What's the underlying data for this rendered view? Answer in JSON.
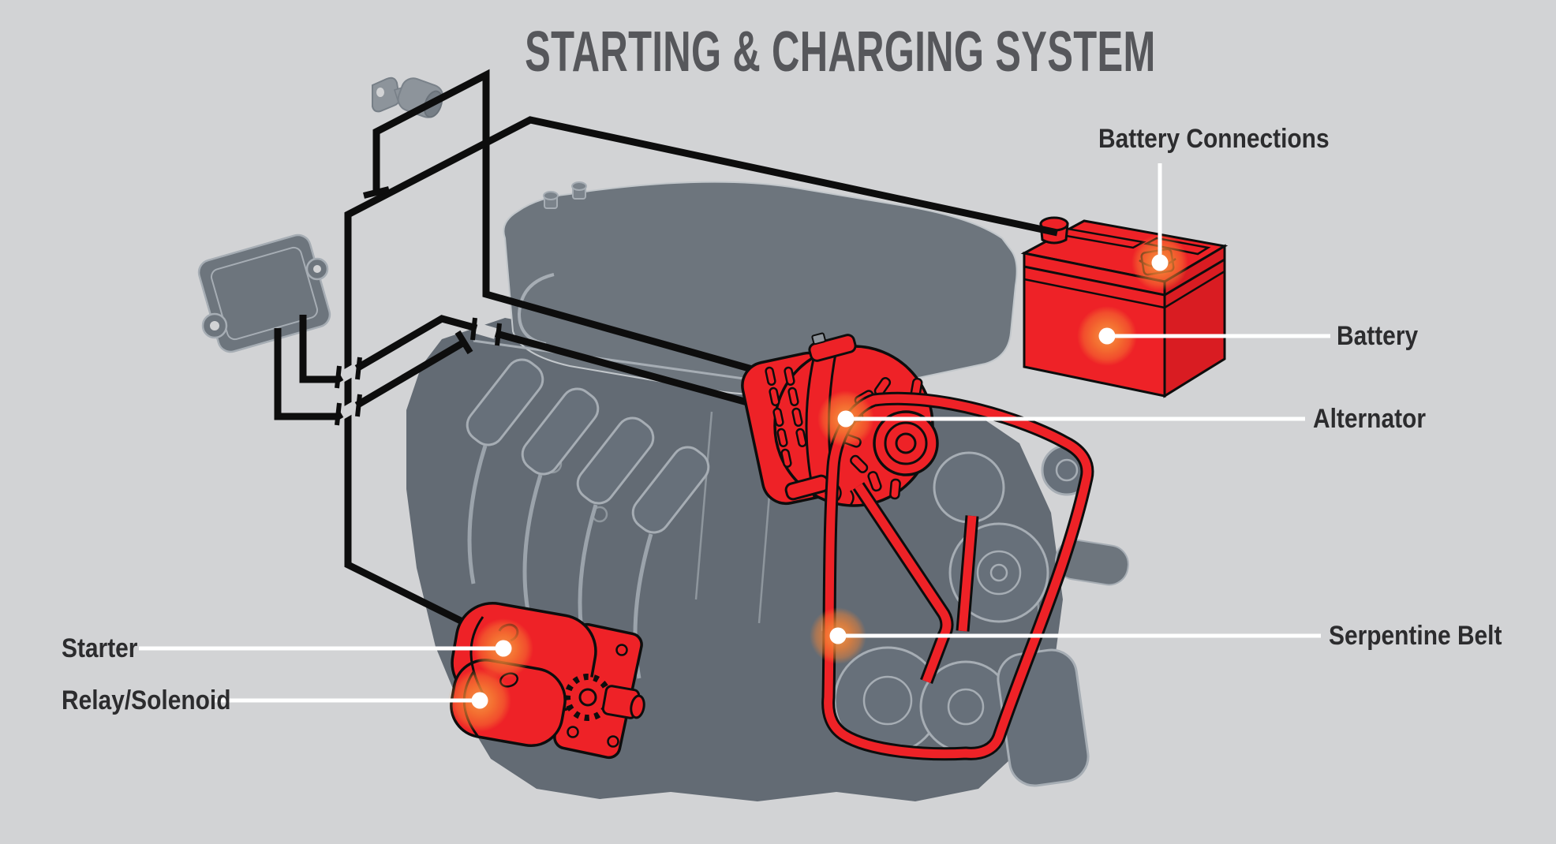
{
  "title": "STARTING & CHARGING SYSTEM",
  "callouts": {
    "battery_connections": {
      "label": "Battery Connections"
    },
    "battery": {
      "label": "Battery"
    },
    "alternator": {
      "label": "Alternator"
    },
    "serpentine_belt": {
      "label": "Serpentine Belt"
    },
    "starter": {
      "label": "Starter"
    },
    "relay_solenoid": {
      "label": "Relay/Solenoid"
    }
  },
  "components": [
    "ignition-key",
    "relay-module",
    "battery",
    "battery-connections",
    "alternator",
    "serpentine-belt",
    "starter",
    "relay-solenoid",
    "engine-block"
  ],
  "colors": {
    "background": "#d2d3d5",
    "highlight_red": "#ee2227",
    "highlight_red_shade": "#d91c22",
    "engine_gray": "#6d757d",
    "engine_gray_dark": "#636b74",
    "engine_line": "#a6adb4",
    "wire_black": "#0d0d0d",
    "glow_orange": "#f58233",
    "leader_white": "#ffffff",
    "title_gray": "#56575b",
    "label_dark": "#2c2c2e"
  }
}
